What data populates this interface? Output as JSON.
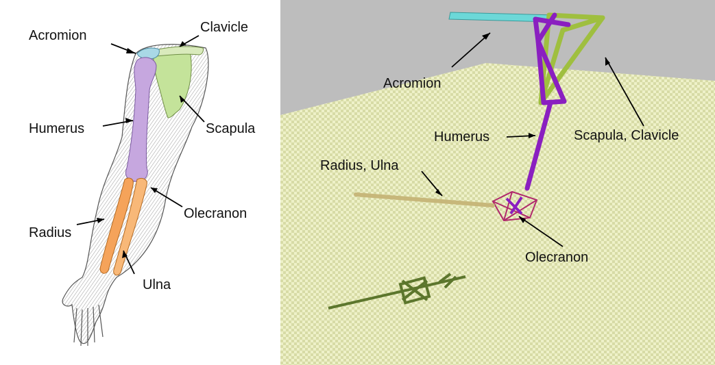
{
  "left_panel": {
    "labels": {
      "acromion": "Acromion",
      "clavicle": "Clavicle",
      "humerus": "Humerus",
      "scapula": "Scapula",
      "olecranon": "Olecranon",
      "radius": "Radius",
      "ulna": "Ulna"
    },
    "colors": {
      "acromion": "#a9d8e6",
      "scapula": "#c4e39a",
      "humerus": "#c6a7df",
      "forearm": "#f5a35a"
    }
  },
  "right_panel": {
    "labels": {
      "acromion": "Acromion",
      "humerus": "Humerus",
      "scapula_clavicle": "Scapula, Clavicle",
      "radius_ulna": "Radius, Ulna",
      "olecranon": "Olecranon"
    },
    "colors": {
      "acromion_bar": "#6cd8d8",
      "humerus": "#8a1fc0",
      "scapula": "#9fbf3f",
      "forearm": "#c7b77a",
      "floor": "#e8ecc0",
      "sky": "#bdbdbd",
      "shadow": "#4e6a1e"
    }
  }
}
